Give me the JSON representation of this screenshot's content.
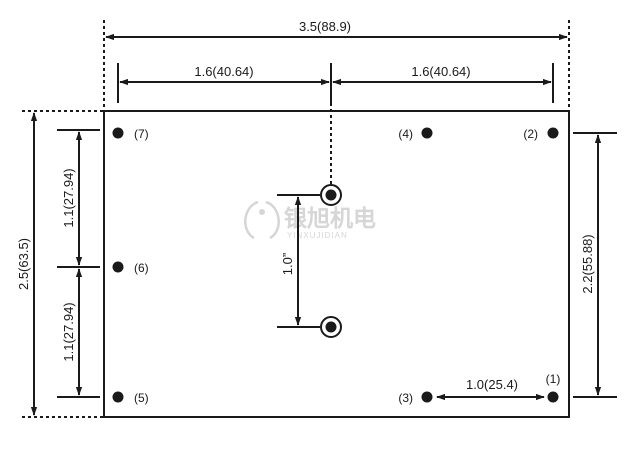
{
  "dimensions": {
    "overall_width": "3.5(88.9)",
    "left_half_width": "1.6(40.64)",
    "right_half_width": "1.6(40.64)",
    "overall_height": "2.5(63.5)",
    "upper_pin_spacing": "1.1(27.94)",
    "lower_pin_spacing": "1.1(27.94)",
    "right_pin_span": "2.2(55.88)",
    "center_hole_spacing": "1.0”",
    "bottom_pin_spacing": "1.0(25.4)"
  },
  "pins": [
    "(1)",
    "(2)",
    "(3)",
    "(4)",
    "(5)",
    "(6)",
    "(7)"
  ],
  "watermark": {
    "logo_text": "银旭机电",
    "sub_text": "YINXUJIDIAN"
  },
  "colors": {
    "line": "#1a1a1a",
    "watermark": "#d6d6d6",
    "background": "#ffffff"
  }
}
